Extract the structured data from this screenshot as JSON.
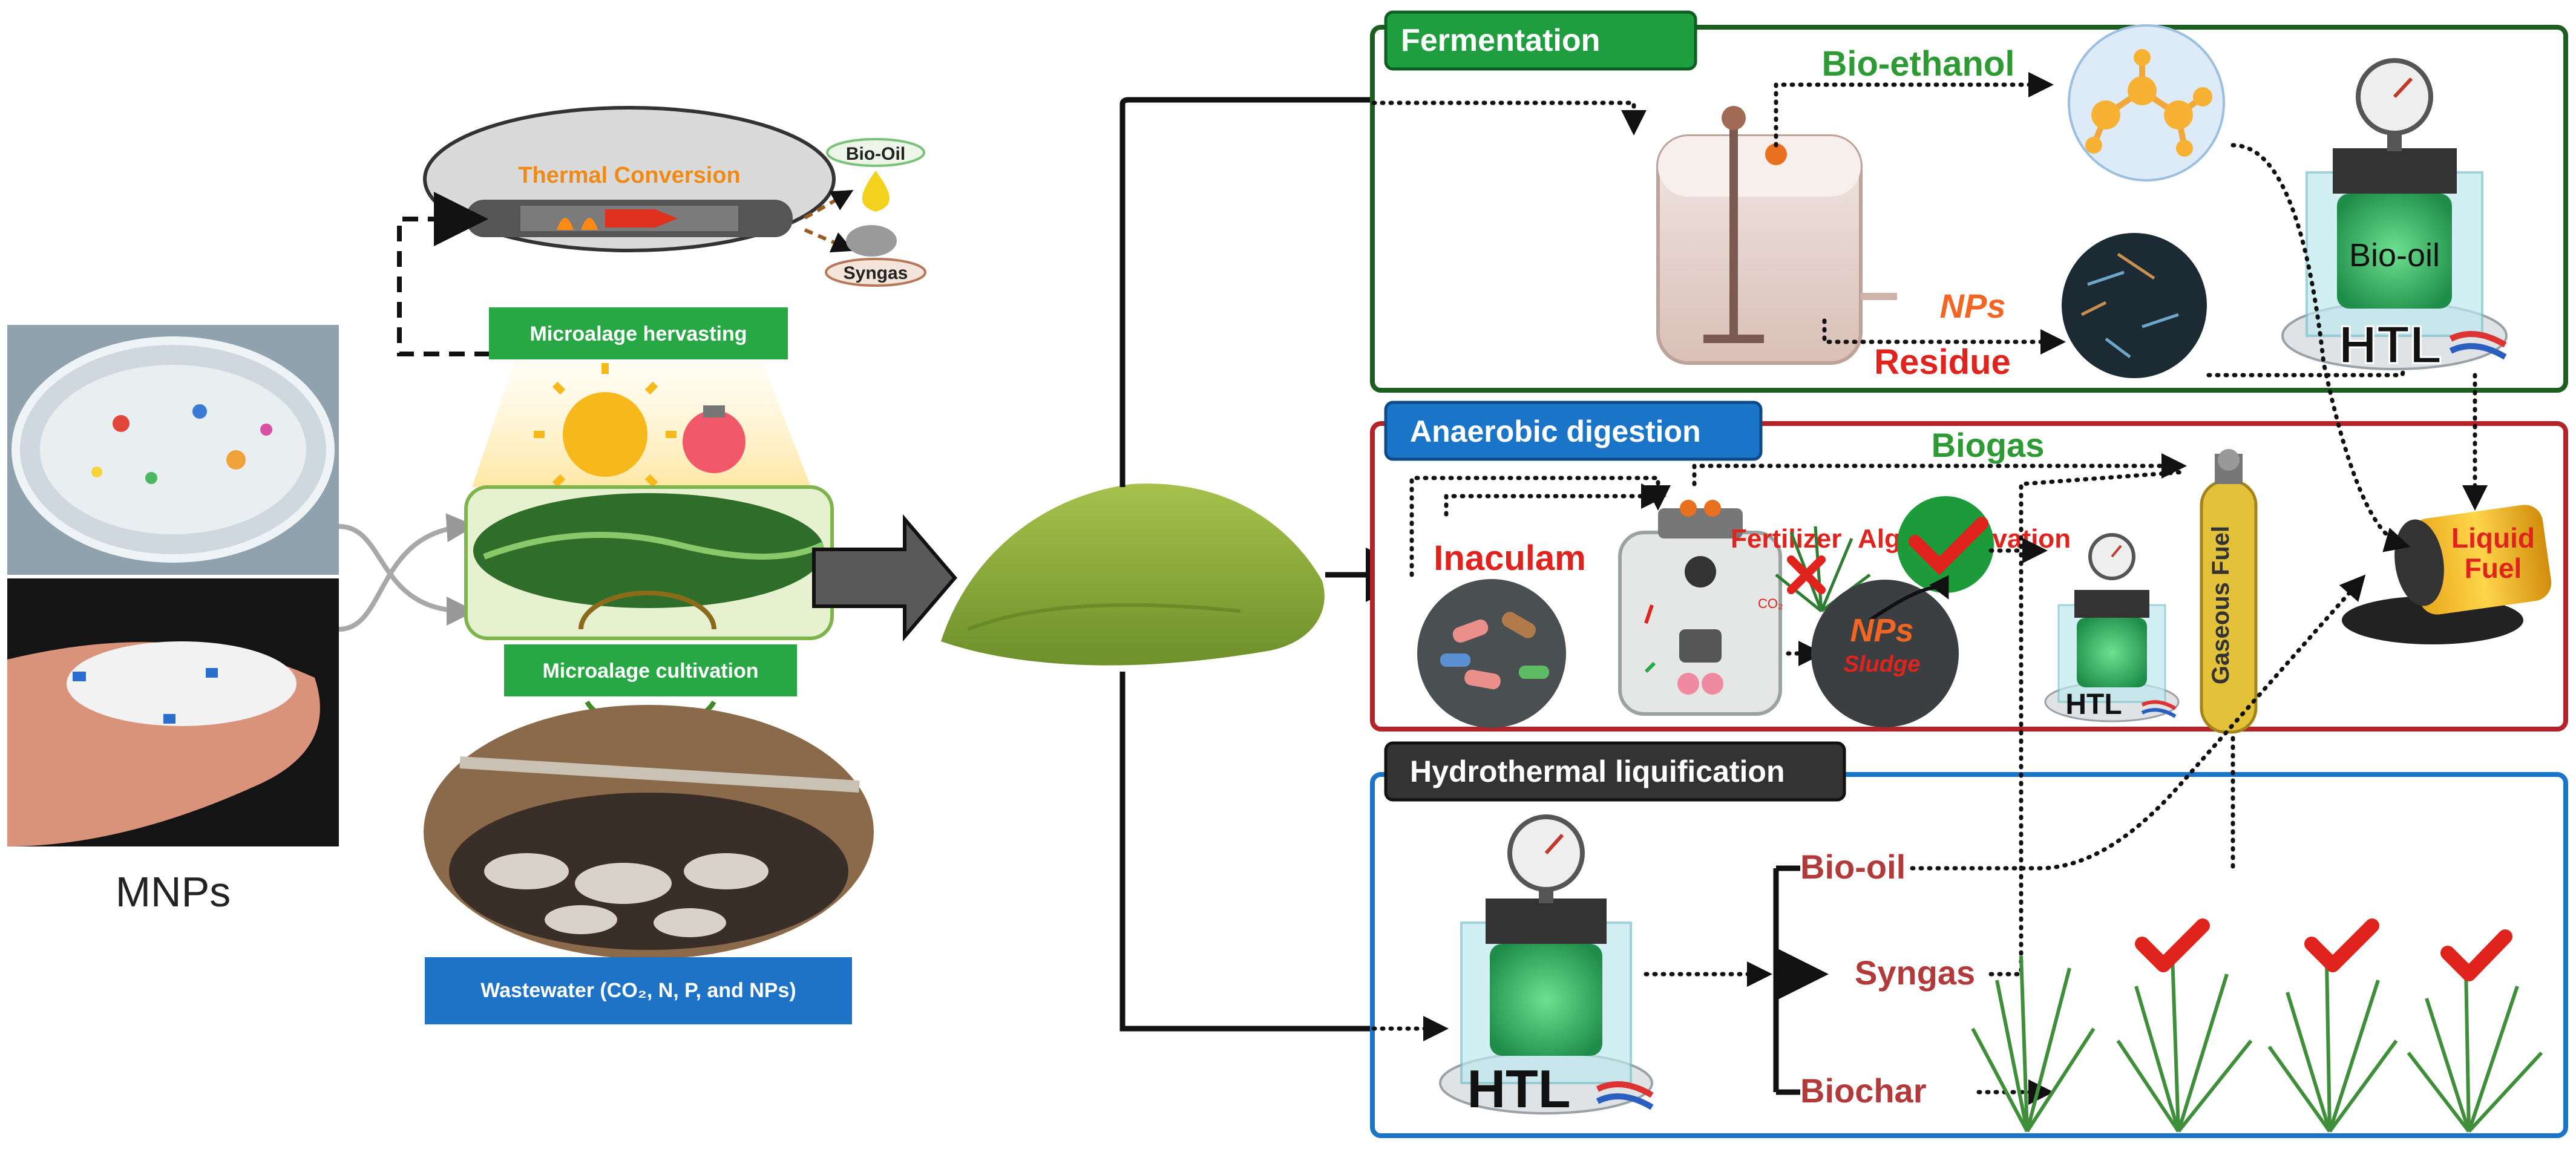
{
  "left": {
    "mnps_label": "MNPs"
  },
  "cultivation": {
    "thermal_conversion": "Thermal Conversion",
    "bio_oil": "Bio-Oil",
    "syngas": "Syngas",
    "harvesting": "Microalage hervasting",
    "cultivation": "Microalage cultivation",
    "wastewater": "Wastewater (CO₂, N, P, and NPs)"
  },
  "fermentation": {
    "title": "Fermentation",
    "bio_ethanol": "Bio-ethanol",
    "nps": "NPs",
    "residue": "Residue",
    "bio_oil": "Bio-oil",
    "htl": "HTL"
  },
  "anaerobic": {
    "title": "Anaerobic digestion",
    "biogas": "Biogas",
    "inaculam": "Inaculam",
    "fertilizer": "Fertilizer",
    "algae_cultivation": "Algae cultivation",
    "nps": "NPs",
    "sludge": "Sludge",
    "co2": "CO₂",
    "htl": "HTL",
    "gaseous_fuel": "Gaseous Fuel"
  },
  "liquid_fuel": {
    "line1": "Liquid",
    "line2": "Fuel"
  },
  "hydrothermal": {
    "title": "Hydrothermal liquification",
    "bio_oil": "Bio-oil",
    "syngas": "Syngas",
    "biochar": "Biochar",
    "htl": "HTL"
  },
  "colors": {
    "green_box": "#1e9e3e",
    "red_box": "#b5232a",
    "blue_box": "#1a75c9",
    "dark_box": "#333333",
    "label_green": "#2d9a33",
    "label_red": "#e0231c"
  }
}
